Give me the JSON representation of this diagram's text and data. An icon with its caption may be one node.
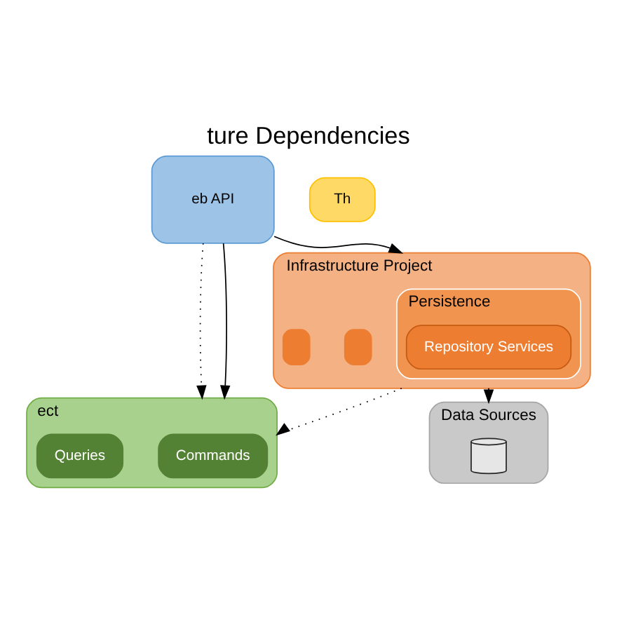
{
  "diagram": {
    "title": "ture Dependencies",
    "nodes": [
      {
        "text": [
          "eb API"
        ]
      },
      {
        "text": [
          "Infrastructure Project"
        ]
      },
      {
        "text": [
          "Persistence"
        ],
        "in": 1
      },
      {
        "text": [
          "Repository Services"
        ],
        "in": 2
      },
      {
        "text": [],
        "shape": "box",
        "in": 1
      },
      {
        "text": [],
        "shape": "box",
        "in": 1
      },
      {
        "text": [
          "ect"
        ]
      },
      {
        "text": [
          "Commands"
        ],
        "in": 6
      },
      {
        "text": [
          "Queries"
        ],
        "in": 6
      },
      {
        "text": [
          "Data Sources"
        ]
      },
      {
        "text": [
          "Th"
        ]
      },
      {
        "text": [],
        "shape": "cylinder",
        "in": 9
      }
    ],
    "edges": [
      {
        "from": 0,
        "to": 1,
        "arrow": "to"
      },
      {
        "from": 0,
        "to": 6,
        "arrow": "to",
        "style": "dashed"
      },
      {
        "from": 0,
        "to": 6,
        "arrow": "to"
      },
      {
        "from": 1,
        "to": 6,
        "arrow": "to",
        "style": "dashed"
      },
      {
        "from": 1,
        "to": 9,
        "arrow": "to"
      }
    ]
  }
}
